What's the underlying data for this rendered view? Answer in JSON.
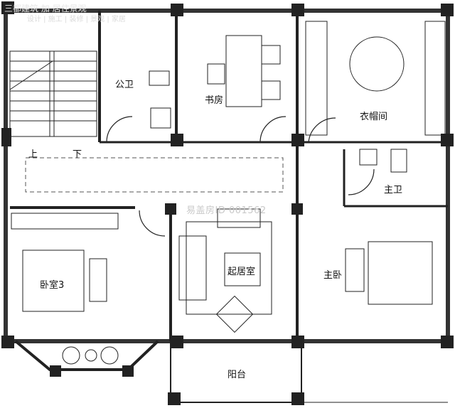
{
  "brand": {
    "top": "三都建筑 加  居住景观",
    "tagline": "设计 | 施工 | 装修 | 景观 | 家居"
  },
  "watermark": "易盖房ID 001562",
  "rooms": {
    "public_bath": "公卫",
    "study": "书房",
    "cloakroom": "衣帽间",
    "master_bath": "主卫",
    "bedroom3": "卧室3",
    "living": "起居室",
    "master_bedroom": "主卧",
    "balcony": "阳台"
  },
  "stairs": {
    "up": "上",
    "down": "下"
  }
}
